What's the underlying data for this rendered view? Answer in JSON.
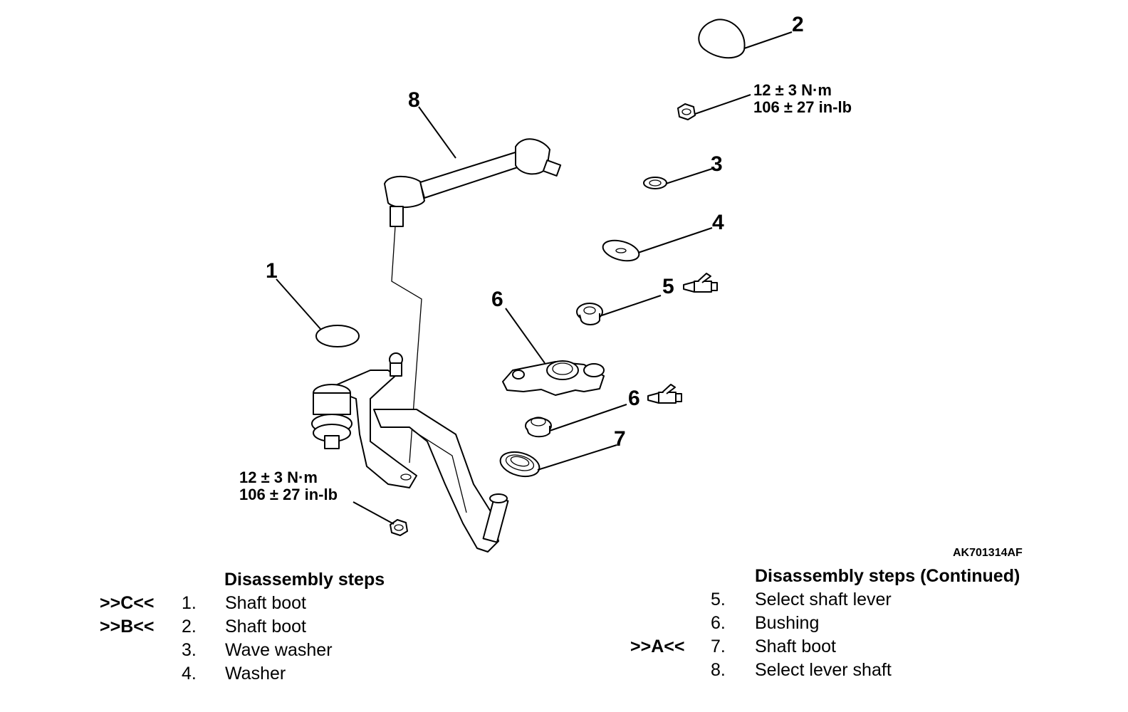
{
  "figure_id": "AK701314AF",
  "callouts": [
    "1",
    "2",
    "3",
    "4",
    "5",
    "6",
    "6",
    "7",
    "8"
  ],
  "torque_specs": [
    {
      "line1": "12 ± 3 N·m",
      "line2": "106 ± 27 in-lb"
    },
    {
      "line1": "12 ± 3 N·m",
      "line2": "106 ± 27 in-lb"
    }
  ],
  "grease_icon": "grease-gun-icon",
  "steps_left": {
    "heading": "Disassembly steps",
    "items": [
      {
        "ref": ">>C<<",
        "num": "1.",
        "label": "Shaft boot"
      },
      {
        "ref": ">>B<<",
        "num": "2.",
        "label": "Shaft boot"
      },
      {
        "ref": "",
        "num": "3.",
        "label": "Wave washer"
      },
      {
        "ref": "",
        "num": "4.",
        "label": "Washer"
      }
    ]
  },
  "steps_right": {
    "heading": "Disassembly steps (Continued)",
    "items": [
      {
        "ref": "",
        "num": "5.",
        "label": "Select shaft lever"
      },
      {
        "ref": "",
        "num": "6.",
        "label": "Bushing"
      },
      {
        "ref": ">>A<<",
        "num": "7.",
        "label": "Shaft boot"
      },
      {
        "ref": "",
        "num": "8.",
        "label": "Select lever shaft"
      }
    ]
  }
}
